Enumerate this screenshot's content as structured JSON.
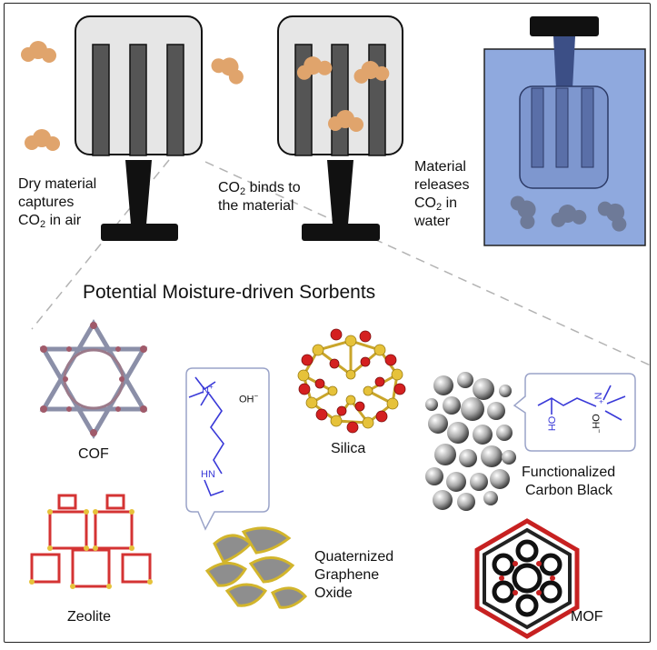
{
  "stages": [
    {
      "line1": "Dry material",
      "line2": "captures",
      "co2_prefix": "CO",
      "co2_sub": "2",
      "co2_suffix": " in air"
    },
    {
      "line1_prefix": "CO",
      "line1_sub": "2",
      "line1_suffix": " binds to",
      "line2": "the material"
    },
    {
      "line1": "Material",
      "line2": "releases",
      "co2_prefix": "CO",
      "co2_sub": "2",
      "co2_suffix": " in",
      "line4": "water"
    }
  ],
  "heading": "Potential Moisture-driven Sorbents",
  "sorbents": {
    "cof": "COF",
    "zeolite": "Zeolite",
    "silica": "Silica",
    "carbon_black_line1": "Functionalized",
    "carbon_black_line2": "Carbon Black",
    "graphene_line1": "Quaternized",
    "graphene_line2": "Graphene",
    "graphene_line3": "Oxide",
    "mof": "MOF"
  },
  "chem_labels": {
    "left_n": "N",
    "left_plus": "+",
    "left_oh": "OH",
    "left_minus": "−",
    "left_hn": "HN",
    "right_n": "N",
    "right_plus": "+",
    "right_oh": "OH",
    "right_minus": "−",
    "right_oh2": "OH"
  },
  "colors": {
    "co2_molecule": "#e0a46c",
    "water": "#8fa9de",
    "structure_line": "#3a3ad8",
    "silicon": "#e6c23a",
    "oxygen": "#d42020"
  }
}
